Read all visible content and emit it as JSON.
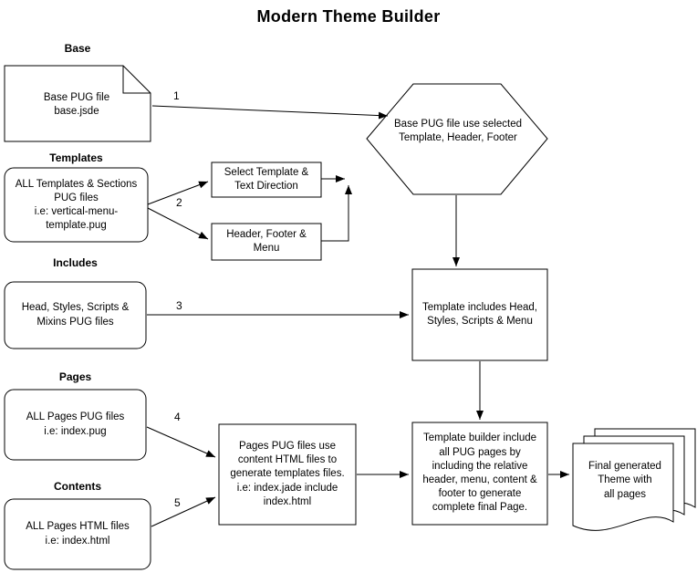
{
  "title": "Modern Theme Builder",
  "labels": {
    "base": "Base",
    "templates": "Templates",
    "includes": "Includes",
    "pages": "Pages",
    "contents": "Contents"
  },
  "arrow_labels": {
    "a1": "1",
    "a2": "2",
    "a3": "3",
    "a4": "4",
    "a5": "5"
  },
  "nodes": {
    "base_doc": "Base PUG file\nbase.jsde",
    "templates_source": "ALL Templates & Sections\nPUG files\ni.e: vertical-menu-\ntemplate.pug",
    "select_template": "Select Template &\nText Direction",
    "header_footer_menu": "Header, Footer &\nMenu",
    "base_hexagon": "Base PUG file use selected\nTemplate, Header, Footer",
    "includes_source": "Head, Styles, Scripts &\nMixins PUG files",
    "template_includes": "Template includes Head,\nStyles, Scripts & Menu",
    "pages_source": "ALL Pages PUG files\ni.e: index.pug",
    "contents_source": "ALL Pages HTML files\ni.e: index.html",
    "pages_builder": "Pages PUG files use\ncontent HTML files to\ngenerate templates files.\ni.e: index.jade include\nindex.html",
    "template_builder": "Template builder include\nall PUG pages by\nincluding the relative\nheader, menu, content &\nfooter to generate\ncomplete final Page.",
    "final_output": "Final generated\nTheme with\nall pages"
  },
  "colors": {
    "stroke": "#000000",
    "fill": "#ffffff",
    "text": "#000000"
  }
}
